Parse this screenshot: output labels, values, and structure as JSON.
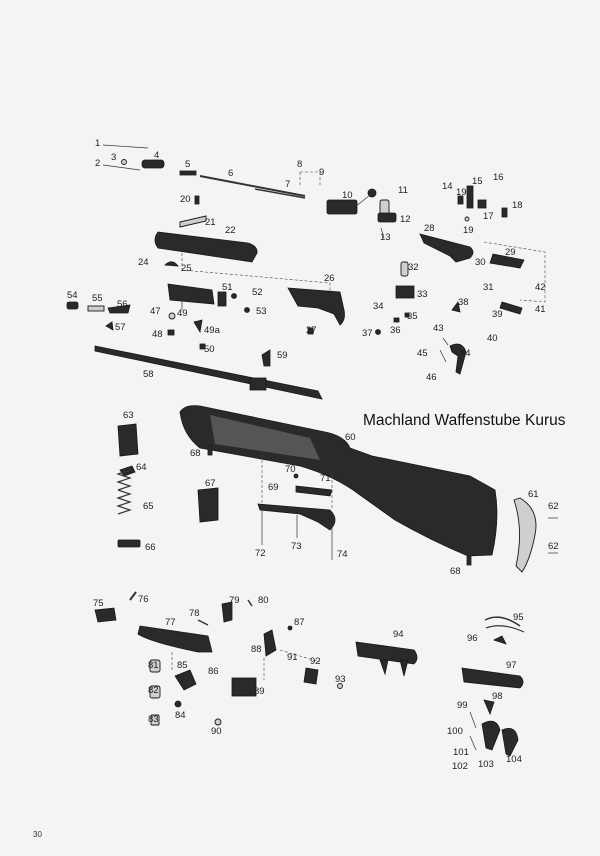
{
  "watermark": "Machland Waffenstube Kurus",
  "page_number": "30",
  "part_numbers": {
    "p1": "1",
    "p2": "2",
    "p3": "3",
    "p4": "4",
    "p5": "5",
    "p6": "6",
    "p7": "7",
    "p8": "8",
    "p9": "9",
    "p10": "10",
    "p11": "11",
    "p12": "12",
    "p13": "13",
    "p14": "14",
    "p15": "15",
    "p16": "16",
    "p17": "17",
    "p18": "18",
    "p19": "19",
    "p19b": "19",
    "p20": "20",
    "p21": "21",
    "p22": "22",
    "p24": "24",
    "p25": "25",
    "p26": "26",
    "p27": "27",
    "p28": "28",
    "p29": "29",
    "p30": "30",
    "p31": "31",
    "p32": "32",
    "p33": "33",
    "p34": "34",
    "p35": "35",
    "p36": "36",
    "p37": "37",
    "p38": "38",
    "p39": "39",
    "p40": "40",
    "p41": "41",
    "p42": "42",
    "p43": "43",
    "p44": "44",
    "p45": "45",
    "p46": "46",
    "p47": "47",
    "p48": "48",
    "p49": "49",
    "p49a": "49a",
    "p50": "50",
    "p51": "51",
    "p52": "52",
    "p53": "53",
    "p54": "54",
    "p55": "55",
    "p56": "56",
    "p57": "57",
    "p58": "58",
    "p59": "59",
    "p60": "60",
    "p61": "61",
    "p62": "62",
    "p62b": "62",
    "p63": "63",
    "p64": "64",
    "p65": "65",
    "p66": "66",
    "p67": "67",
    "p68": "68",
    "p68b": "68",
    "p69": "69",
    "p70": "70",
    "p71": "71",
    "p72": "72",
    "p73": "73",
    "p74": "74",
    "p75": "75",
    "p76": "76",
    "p77": "77",
    "p78": "78",
    "p79": "79",
    "p80": "80",
    "p81": "81",
    "p82": "82",
    "p83": "83",
    "p84": "84",
    "p85": "85",
    "p86": "86",
    "p87": "87",
    "p88": "88",
    "p89": "89",
    "p90": "90",
    "p91": "91",
    "p92": "92",
    "p93": "93",
    "p94": "94",
    "p95": "95",
    "p96": "96",
    "p97": "97",
    "p98": "98",
    "p99": "99",
    "p100": "100",
    "p101": "101",
    "p102": "102",
    "p103": "103",
    "p104": "104"
  }
}
